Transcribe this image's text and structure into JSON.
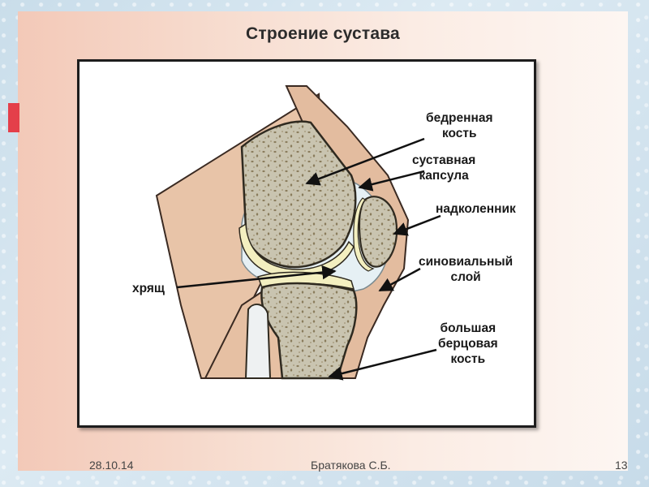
{
  "slide": {
    "title": "Строение сустава",
    "labels": {
      "femur": [
        "бедренная",
        "кость"
      ],
      "capsule": [
        "суставная",
        "капсула"
      ],
      "patella": [
        "надколенник"
      ],
      "synovial": [
        "синовиальный",
        "слой"
      ],
      "cartilage": [
        "хрящ"
      ],
      "tibia": [
        "большая",
        "берцовая",
        "кость"
      ]
    },
    "footer": {
      "date": "28.10.14",
      "author": "Братякова С.Б.",
      "page": "13"
    }
  },
  "colors": {
    "accent": "#e43f4a",
    "skin": "#e9c7ad",
    "bone": "#c7c2ad",
    "bone_spots": "#8c7f5e",
    "cartilage": "#f2efc2",
    "synovial": "#e7f1f5"
  }
}
